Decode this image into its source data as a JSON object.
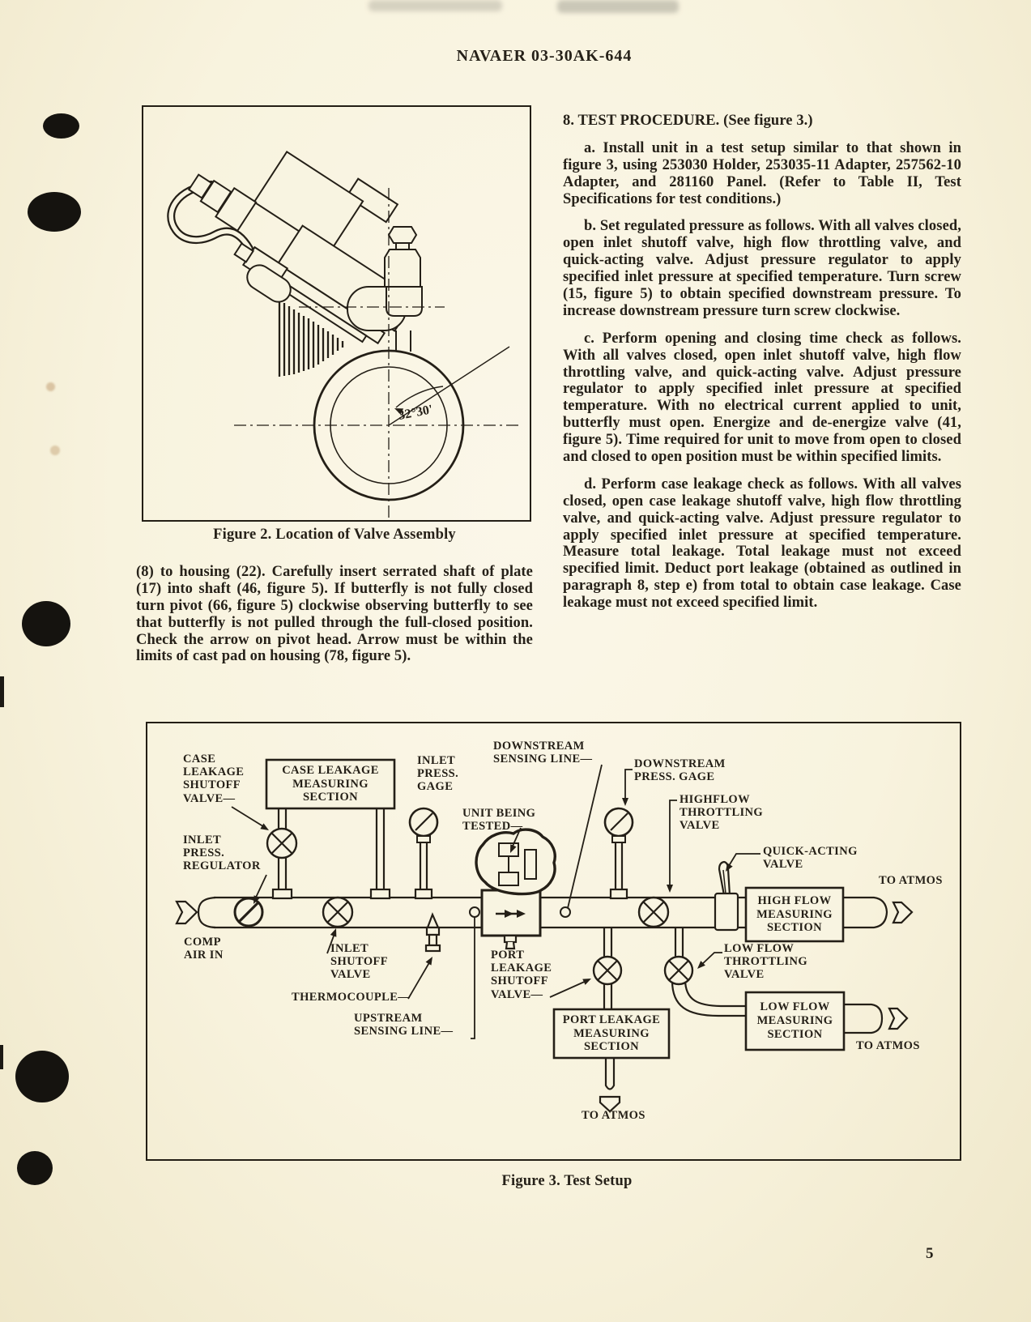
{
  "page": {
    "header": "NAVAER 03-30AK-644",
    "page_number": "5"
  },
  "colors": {
    "paper": "#f8f4e1",
    "ink": "#241f17"
  },
  "left_column": {
    "figure2_caption": "Figure 2.  Location of Valve Assembly",
    "figure2_angle_label": "32°30'",
    "body": "(8) to housing (22).  Carefully insert serrated shaft of plate (17) into shaft (46, figure 5).  If butterfly is not fully closed turn pivot (66, figure 5) clockwise observing butterfly to see that butterfly is not pulled through the full-closed position.  Check the arrow on pivot head.  Arrow must be within the limits of cast pad on housing (78, figure 5)."
  },
  "right_column": {
    "section_heading": "8.  TEST PROCEDURE.  (See figure 3.)",
    "para_a": "a.  Install unit in a test setup similar to that shown in figure 3, using 253030 Holder, 253035-11 Adapter, 257562-10 Adapter, and 281160 Panel.  (Refer to Table II, Test Specifications for test conditions.)",
    "para_b": "b.  Set regulated pressure as follows.  With all valves closed, open inlet shutoff valve, high flow throttling valve, and quick-acting valve.  Adjust pressure regulator to apply specified inlet pressure at specified temperature.  Turn screw (15, figure 5) to obtain specified downstream pressure.  To increase downstream pressure turn screw clockwise.",
    "para_c": "c.  Perform opening and closing time check as follows.  With all valves closed, open inlet shutoff valve, high flow throttling valve, and quick-acting valve.  Adjust pressure regulator to apply specified inlet pressure at specified temperature.  With no electrical current applied to unit, butterfly must open.  Energize and de-energize valve (41, figure 5).  Time required for unit to move from open to closed and closed to open position must be within specified limits.",
    "para_d": "d.  Perform case leakage check as follows.  With all valves closed, open case leakage shutoff valve, high flow throttling valve, and quick-acting valve.  Adjust pressure regulator to apply specified inlet pressure at specified temperature.  Measure total leakage.  Total leakage must not exceed specified limit.  Deduct port leakage (obtained as outlined in paragraph 8, step e) from total to obtain case leakage.  Case leakage must not exceed specified limit."
  },
  "figure3": {
    "caption": "Figure 3.  Test Setup",
    "labels": {
      "case_leakage_shutoff_valve": "CASE\nLEAKAGE\nSHUTOFF\nVALVE—",
      "case_leakage_measuring_section": "CASE LEAKAGE\nMEASURING\nSECTION",
      "inlet_press_regulator": "INLET\nPRESS.\nREGULATOR",
      "comp_air_in": "COMP\nAIR IN",
      "inlet_press_gage": "INLET\nPRESS.\nGAGE",
      "inlet_shutoff_valve": "INLET\nSHUTOFF\nVALVE",
      "thermocouple": "THERMOCOUPLE—",
      "upstream_sensing_line": "UPSTREAM\nSENSING LINE—",
      "downstream_sensing_line": "DOWNSTREAM\nSENSING LINE—",
      "unit_being_tested": "UNIT BEING\nTESTED—",
      "downstream_press_gage": "DOWNSTREAM\nPRESS. GAGE",
      "highflow_throttling_valve": "HIGHFLOW\nTHROTTLING\nVALVE",
      "quick_acting_valve": "QUICK-ACTING\nVALVE",
      "high_flow_measuring_section": "HIGH FLOW\nMEASURING\nSECTION",
      "to_atmos_top": "TO ATMOS",
      "port_leakage_shutoff_valve": "PORT\nLEAKAGE\nSHUTOFF\nVALVE—",
      "port_leakage_measuring_section": "PORT LEAKAGE\nMEASURING\nSECTION",
      "low_flow_throttling_valve": "LOW FLOW\nTHROTTLING\nVALVE",
      "low_flow_measuring_section": "LOW FLOW\nMEASURING\nSECTION",
      "to_atmos_right": "TO ATMOS",
      "to_atmos_bottom": "TO ATMOS"
    }
  }
}
